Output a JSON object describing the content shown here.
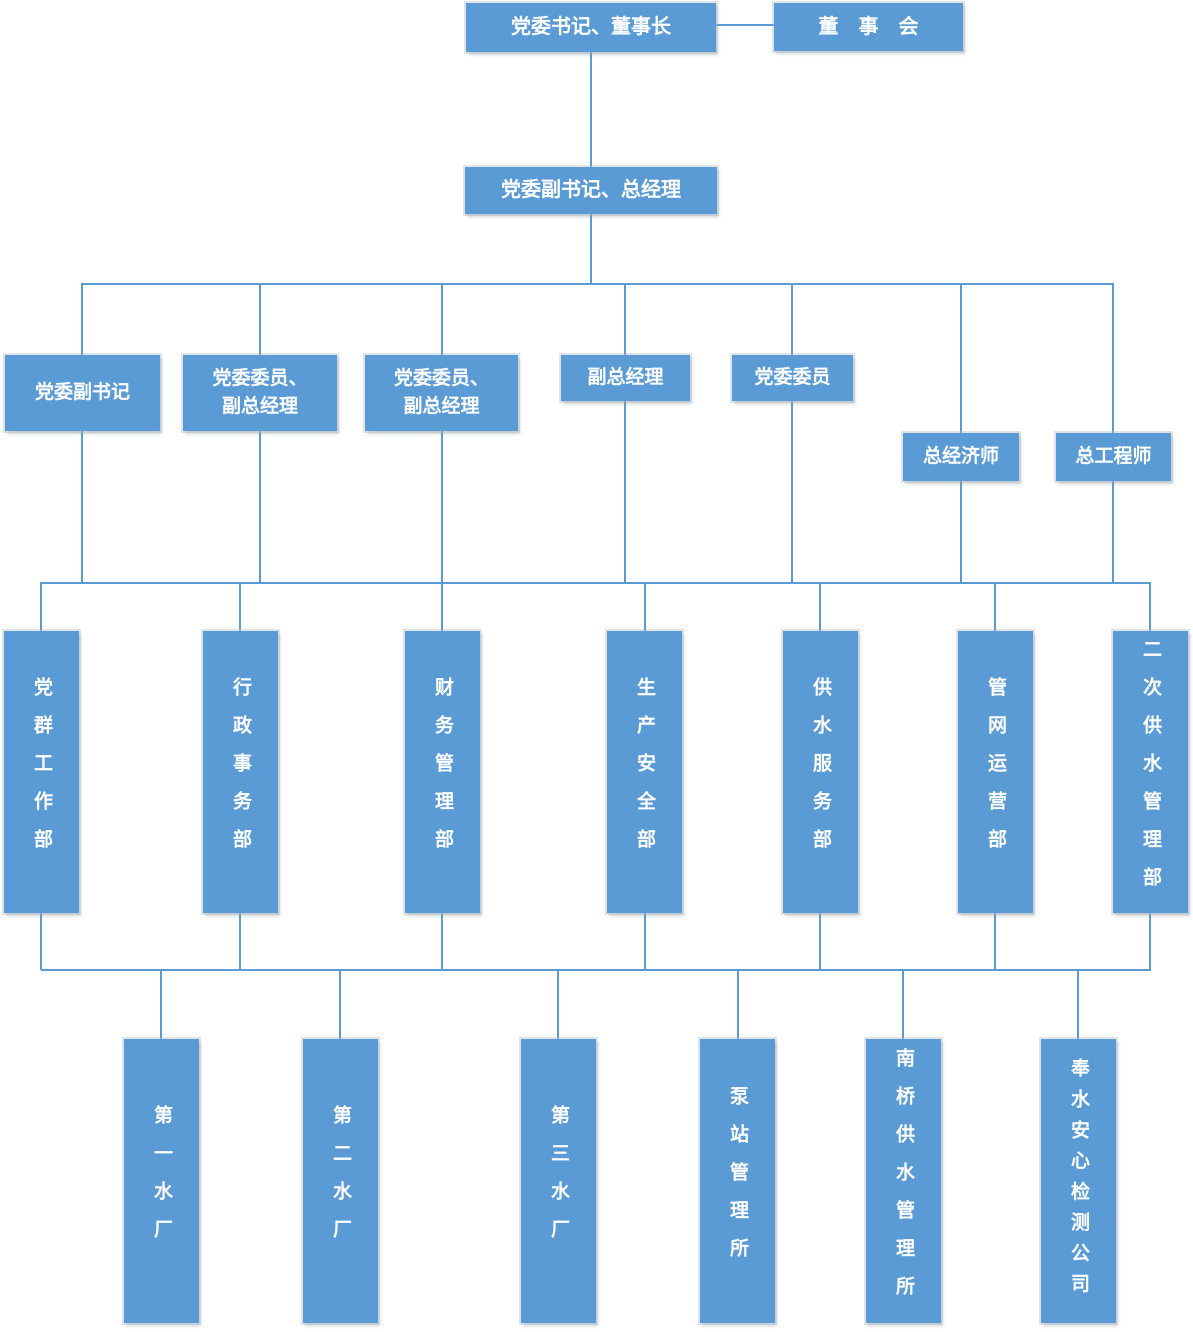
{
  "page": {
    "background": "#ffffff"
  },
  "colors": {
    "box_fill": "#5b9bd5",
    "box_text": "#ffffff",
    "line": "#5b9bd5"
  },
  "org": {
    "level1": {
      "chairman": "党委书记、董事长",
      "board": "董　事　会"
    },
    "level2": {
      "gm": "党委副书记、总经理"
    },
    "level3": {
      "deputy_party_secretary": "党委副书记",
      "committee_member_vgm_1": "党委委员、\n副总经理",
      "committee_member_vgm_2": "党委委员、\n副总经理",
      "vice_gm": "副总经理",
      "committee_member": "党委委员",
      "chief_economist": "总经济师",
      "chief_engineer": "总工程师"
    },
    "level4": {
      "party_mass_work": "党群工作部",
      "admin_affairs": "行政事务部",
      "finance_mgmt": "财务管理部",
      "production_safety": "生产安全部",
      "water_supply_service": "供水服务部",
      "pipe_network_ops": "管网运营部",
      "secondary_water_mgmt": "二次供水管理部"
    },
    "level5": {
      "plant1": "第一水厂",
      "plant2": "第二水厂",
      "plant3": "第三水厂",
      "pump_station": "泵站管理所",
      "nanqiao_water_mgmt": "南桥供水管理所",
      "fengshui_testing_co": "奉水安心检测公司"
    }
  }
}
